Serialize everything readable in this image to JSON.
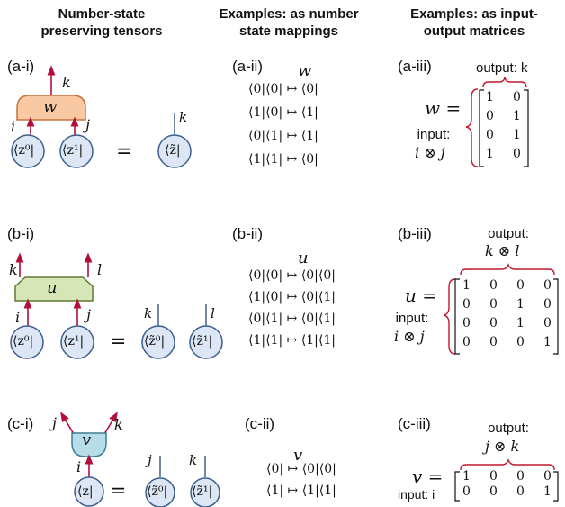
{
  "headers": {
    "col1": [
      "Number-state",
      "preserving tensors"
    ],
    "col2": [
      "Examples: as number",
      "state mappings"
    ],
    "col3": [
      "Examples: as input-",
      "output matrices"
    ]
  },
  "panel_a": {
    "label_i": "(a-i)",
    "label_ii": "(a-ii)",
    "label_iii": "(a-iii)",
    "tensor": "w",
    "out_index": "k",
    "in_index_left": "i",
    "in_index_right": "j",
    "bra_left": "⟨z⁰|",
    "bra_right": "⟨z¹|",
    "equals": "=",
    "result_bra": "⟨z̃|",
    "result_index": "k",
    "map_symbol": "w",
    "mappings": [
      "⟨0|⟨0| ↦ ⟨0|",
      "⟨1|⟨0| ↦ ⟨1|",
      "⟨0|⟨1| ↦ ⟨1|",
      "⟨1|⟨1| ↦ ⟨0|"
    ],
    "output_label": "output: k",
    "matrix_lhs": "w =",
    "input_label": "input:",
    "input_expr": "i ⊗ j",
    "matrix": [
      [
        "1",
        "0"
      ],
      [
        "0",
        "1"
      ],
      [
        "0",
        "1"
      ],
      [
        "1",
        "0"
      ]
    ]
  },
  "panel_b": {
    "label_i": "(b-i)",
    "label_ii": "(b-ii)",
    "label_iii": "(b-iii)",
    "tensor": "u",
    "out_left": "k",
    "out_right": "l",
    "in_left": "i",
    "in_right": "j",
    "bra_left": "⟨z⁰|",
    "bra_right": "⟨z¹|",
    "equals": "=",
    "result_bra_left": "⟨z̃⁰|",
    "result_bra_right": "⟨z̃¹|",
    "result_index_left": "k",
    "result_index_right": "l",
    "map_symbol": "u",
    "mappings": [
      "⟨0|⟨0| ↦ ⟨0|⟨0|",
      "⟨1|⟨0| ↦ ⟨0|⟨1|",
      "⟨0|⟨1| ↦ ⟨0|⟨1|",
      "⟨1|⟨1| ↦ ⟨1|⟨1|"
    ],
    "output_label": "output:",
    "output_expr": "k ⊗ l",
    "matrix_lhs": "u =",
    "input_label": "input:",
    "input_expr": "i ⊗ j",
    "matrix": [
      [
        "1",
        "0",
        "0",
        "0"
      ],
      [
        "0",
        "0",
        "1",
        "0"
      ],
      [
        "0",
        "0",
        "1",
        "0"
      ],
      [
        "0",
        "0",
        "0",
        "1"
      ]
    ]
  },
  "panel_c": {
    "label_i": "(c-i)",
    "label_ii": "(c-ii)",
    "label_iii": "(c-iii)",
    "tensor": "v",
    "out_left": "j",
    "out_right": "k",
    "in_index": "i",
    "bra_in": "⟨z|",
    "equals": "=",
    "result_bra_left": "⟨z̃⁰|",
    "result_bra_right": "⟨z̃¹|",
    "result_index_left": "j",
    "result_index_right": "k",
    "map_symbol": "v",
    "mappings": [
      "⟨0| ↦ ⟨0|⟨0|",
      "⟨1| ↦ ⟨1|⟨1|"
    ],
    "output_label": "output:",
    "output_expr": "j ⊗ k",
    "matrix_lhs": "v =",
    "input_label": "input: i",
    "matrix": [
      [
        "1",
        "0",
        "0",
        "0"
      ],
      [
        "0",
        "0",
        "0",
        "1"
      ]
    ]
  },
  "colors": {
    "arrow": "#b0103a",
    "brace": "#c0182e",
    "w_fill": "#f8c9a3",
    "w_stroke": "#c8733a",
    "u_fill": "#d6e6b7",
    "u_stroke": "#5f7a34",
    "v_fill": "#b7dde8",
    "v_stroke": "#3f7f92",
    "circle_fill": "#dce6f4",
    "circle_stroke": "#3d5f8f"
  }
}
